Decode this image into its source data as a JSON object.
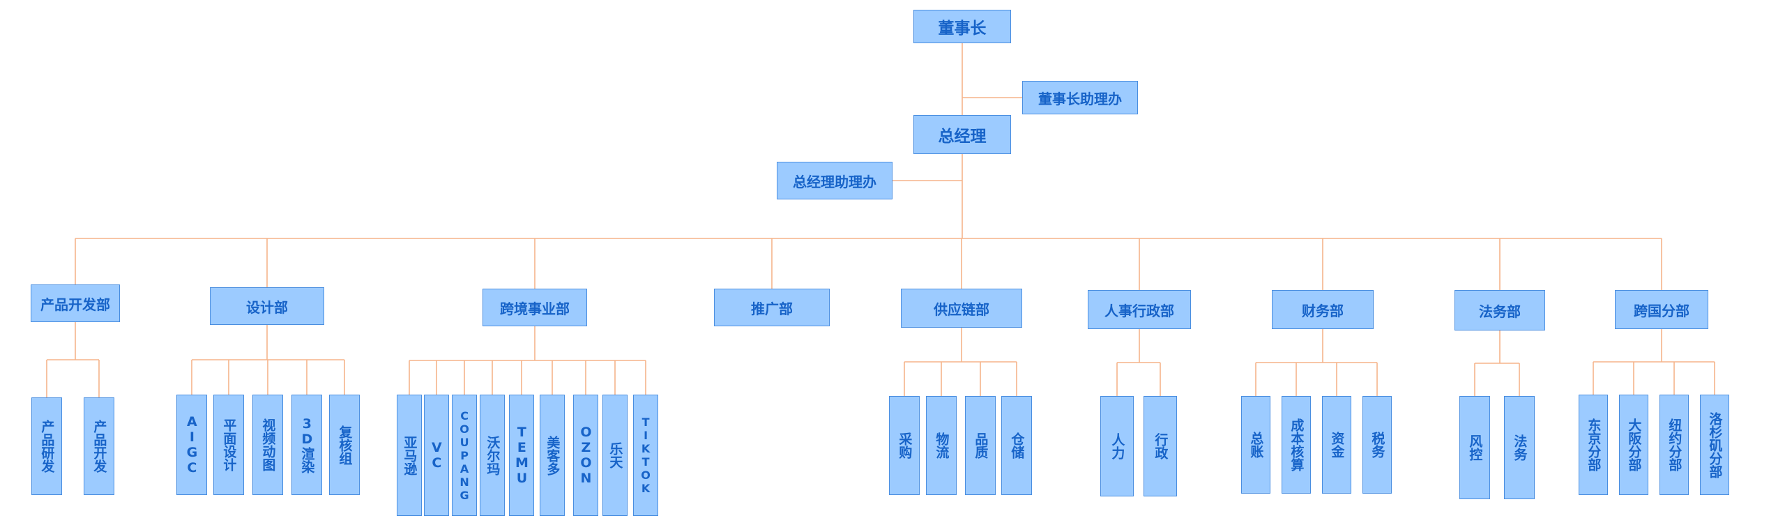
{
  "chairman": "董事长",
  "chairman_assistant": "董事长助理办",
  "general_manager": "总经理",
  "gm_assistant": "总经理助理办",
  "departments": [
    {
      "name": "产品开发部",
      "subs": [
        "产品研发",
        "产品开发"
      ]
    },
    {
      "name": "设计部",
      "subs": [
        "AIGC",
        "平面设计",
        "视频动图",
        "3D渲染",
        "复核组"
      ]
    },
    {
      "name": "跨境事业部",
      "subs": [
        "亚马逊",
        "VC",
        "COUPANG",
        "沃尔玛",
        "TEMU",
        "美客多",
        "OZON",
        "乐天",
        "TIKTOK"
      ]
    },
    {
      "name": "推广部",
      "subs": []
    },
    {
      "name": "供应链部",
      "subs": [
        "采购",
        "物流",
        "品质",
        "仓储"
      ]
    },
    {
      "name": "人事行政部",
      "subs": [
        "人力",
        "行政"
      ]
    },
    {
      "name": "财务部",
      "subs": [
        "总账",
        "成本核算",
        "资金",
        "税务"
      ]
    },
    {
      "name": "法务部",
      "subs": [
        "风控",
        "法务"
      ]
    },
    {
      "name": "跨国分部",
      "subs": [
        "东京分部",
        "大阪分部",
        "纽约分部",
        "洛杉矶分部"
      ]
    }
  ]
}
